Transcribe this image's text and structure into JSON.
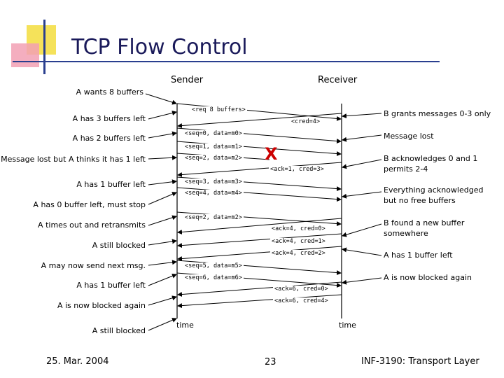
{
  "title": "TCP Flow Control",
  "sender_label": "Sender",
  "receiver_label": "Receiver",
  "left_notes": [
    "A wants 8 buffers",
    "A has 3 buffers left",
    "A has 2 buffers left",
    "Message lost but A thinks it has 1 left",
    "A has 1 buffer left",
    "A has 0 buffer left, must stop",
    "A times out and retransmits",
    "A still blocked",
    "A may now send next msg.",
    "A has 1 buffer left",
    "A is now blocked again",
    "A still blocked"
  ],
  "right_notes": [
    "B grants messages 0-3 only",
    "Message lost",
    "B acknowledges 0 and 1 permits 2-4",
    "Everything acknowledged but no free buffers",
    "B found a new buffer somewhere",
    "A has 1 buffer left",
    "A is now blocked again"
  ],
  "messages": [
    "<req 8 buffers>",
    "<cred=4>",
    "<seq=0, data=m0>",
    "<seq=1, data=m1>",
    "<seq=2, data=m2>",
    "<ack=1, cred=3>",
    "<seq=3, data=m3>",
    "<seq=4, data=m4>",
    "<seq=2, data=m2>",
    "<ack=4, cred=0>",
    "<ack=4, cred=1>",
    "<ack=4, cred=2>",
    "<seq=5, data=m5>",
    "<seq=6, data=m6>",
    "<ack=6, cred=0>",
    "<ack=6, cred=4>"
  ],
  "lost_marker": "X",
  "time_label_left": "time",
  "time_label_right": "time",
  "footer": {
    "date": "25. Mar. 2004",
    "page": "23",
    "course": "INF-3190: Transport Layer"
  },
  "colors": {
    "title": "#1a1a5a",
    "lost_marker": "#cc0000",
    "deco_yellow": "#f5e25a",
    "deco_pink": "#f2a0b4",
    "deco_blue": "#2a3f8f"
  }
}
